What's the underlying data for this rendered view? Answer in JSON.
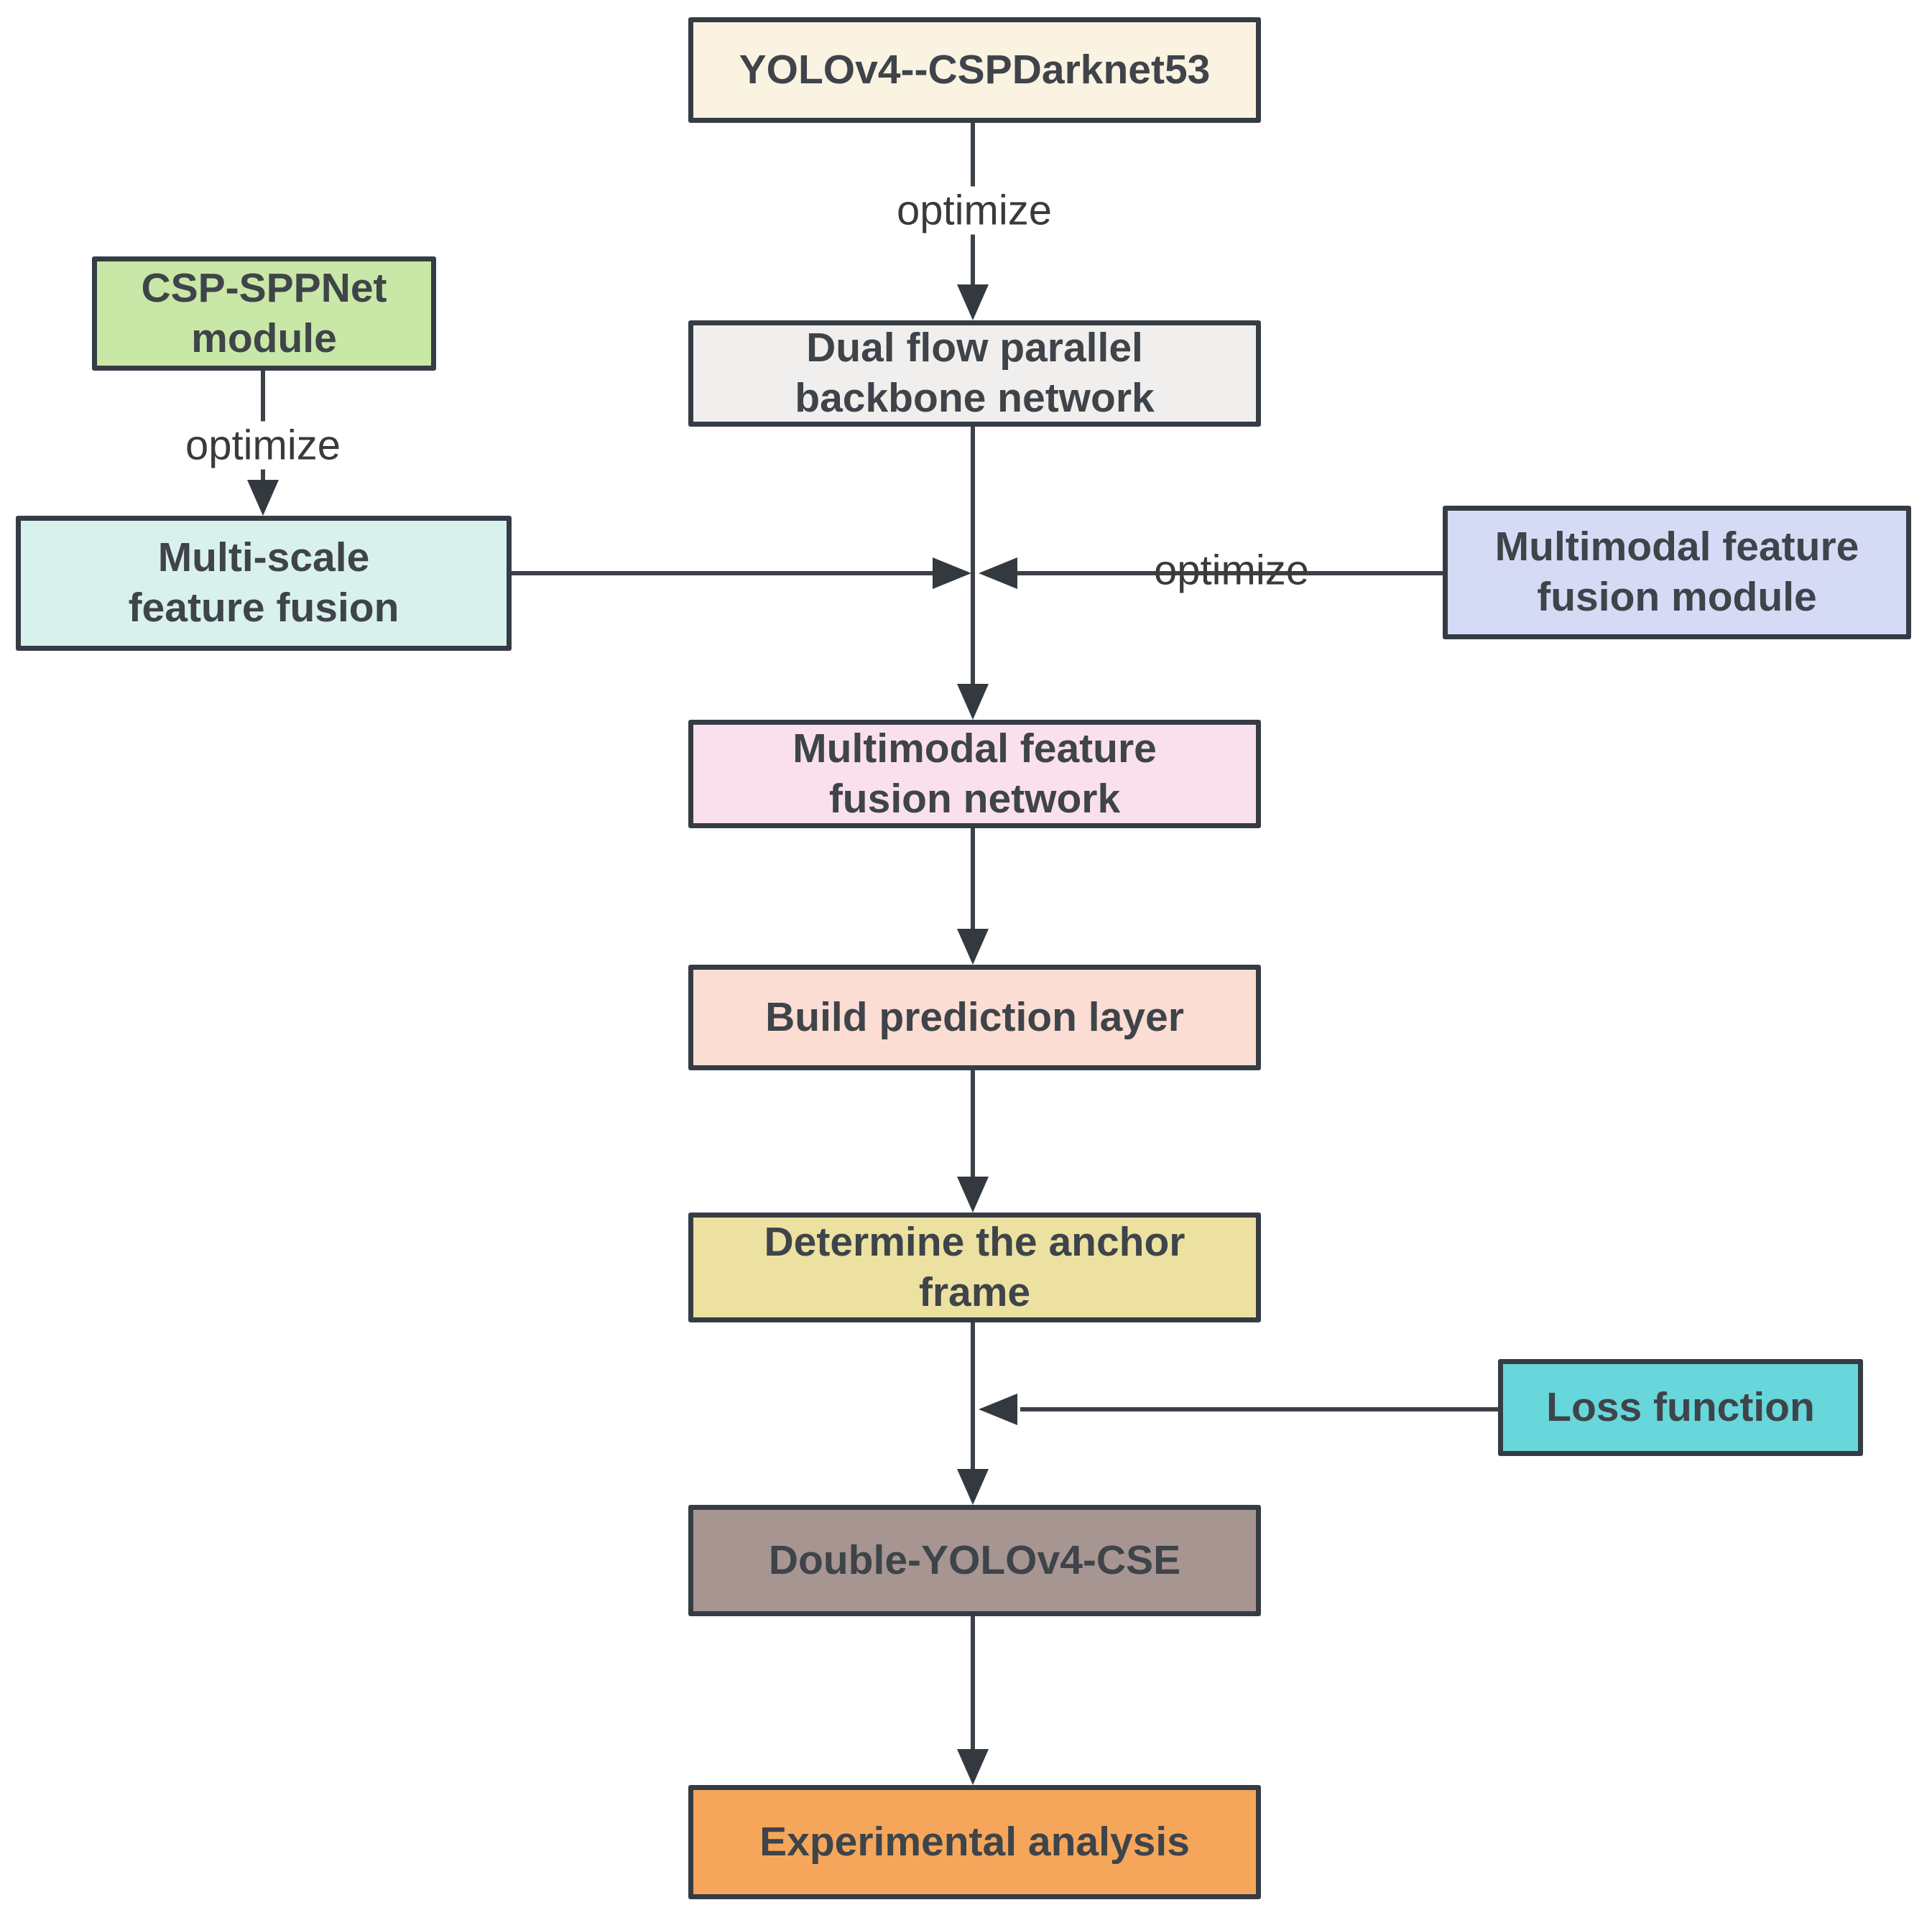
{
  "diagram": {
    "nodes": [
      {
        "id": "yolov4",
        "label": "YOLOv4--CSPDarknet53",
        "fill": "#faf3e2"
      },
      {
        "id": "dualflow",
        "label": "Dual flow parallel\nbackbone network",
        "fill": "#f0efed"
      },
      {
        "id": "cspsppnet",
        "label": "CSP-SPPNet\nmodule",
        "fill": "#c9e7a6"
      },
      {
        "id": "multiscale",
        "label": "Multi-scale\nfeature fusion",
        "fill": "#d9f1ed"
      },
      {
        "id": "mmfmodule",
        "label": "Multimodal feature\nfusion module",
        "fill": "#d5daf5"
      },
      {
        "id": "mmfnetwork",
        "label": "Multimodal feature\nfusion network",
        "fill": "#f9e0ec"
      },
      {
        "id": "buildpred",
        "label": "Build prediction layer",
        "fill": "#fbddd3"
      },
      {
        "id": "anchor",
        "label": "Determine the anchor\nframe",
        "fill": "#ece1a1"
      },
      {
        "id": "loss",
        "label": "Loss function",
        "fill": "#67d7db"
      },
      {
        "id": "doubleyolo",
        "label": "Double-YOLOv4-CSE",
        "fill": "#a79592"
      },
      {
        "id": "experiment",
        "label": "Experimental analysis",
        "fill": "#f5a65b"
      }
    ],
    "edge_labels": {
      "top": "optimize",
      "left": "optimize",
      "right": "optimize"
    },
    "colors": {
      "background": "#ffffff",
      "node_border": "#353c44",
      "connector_line": "#3c4147",
      "arrowhead": "#34393f",
      "node_text": "#3e4449",
      "edge_label_text": "#3a3a3a"
    }
  }
}
